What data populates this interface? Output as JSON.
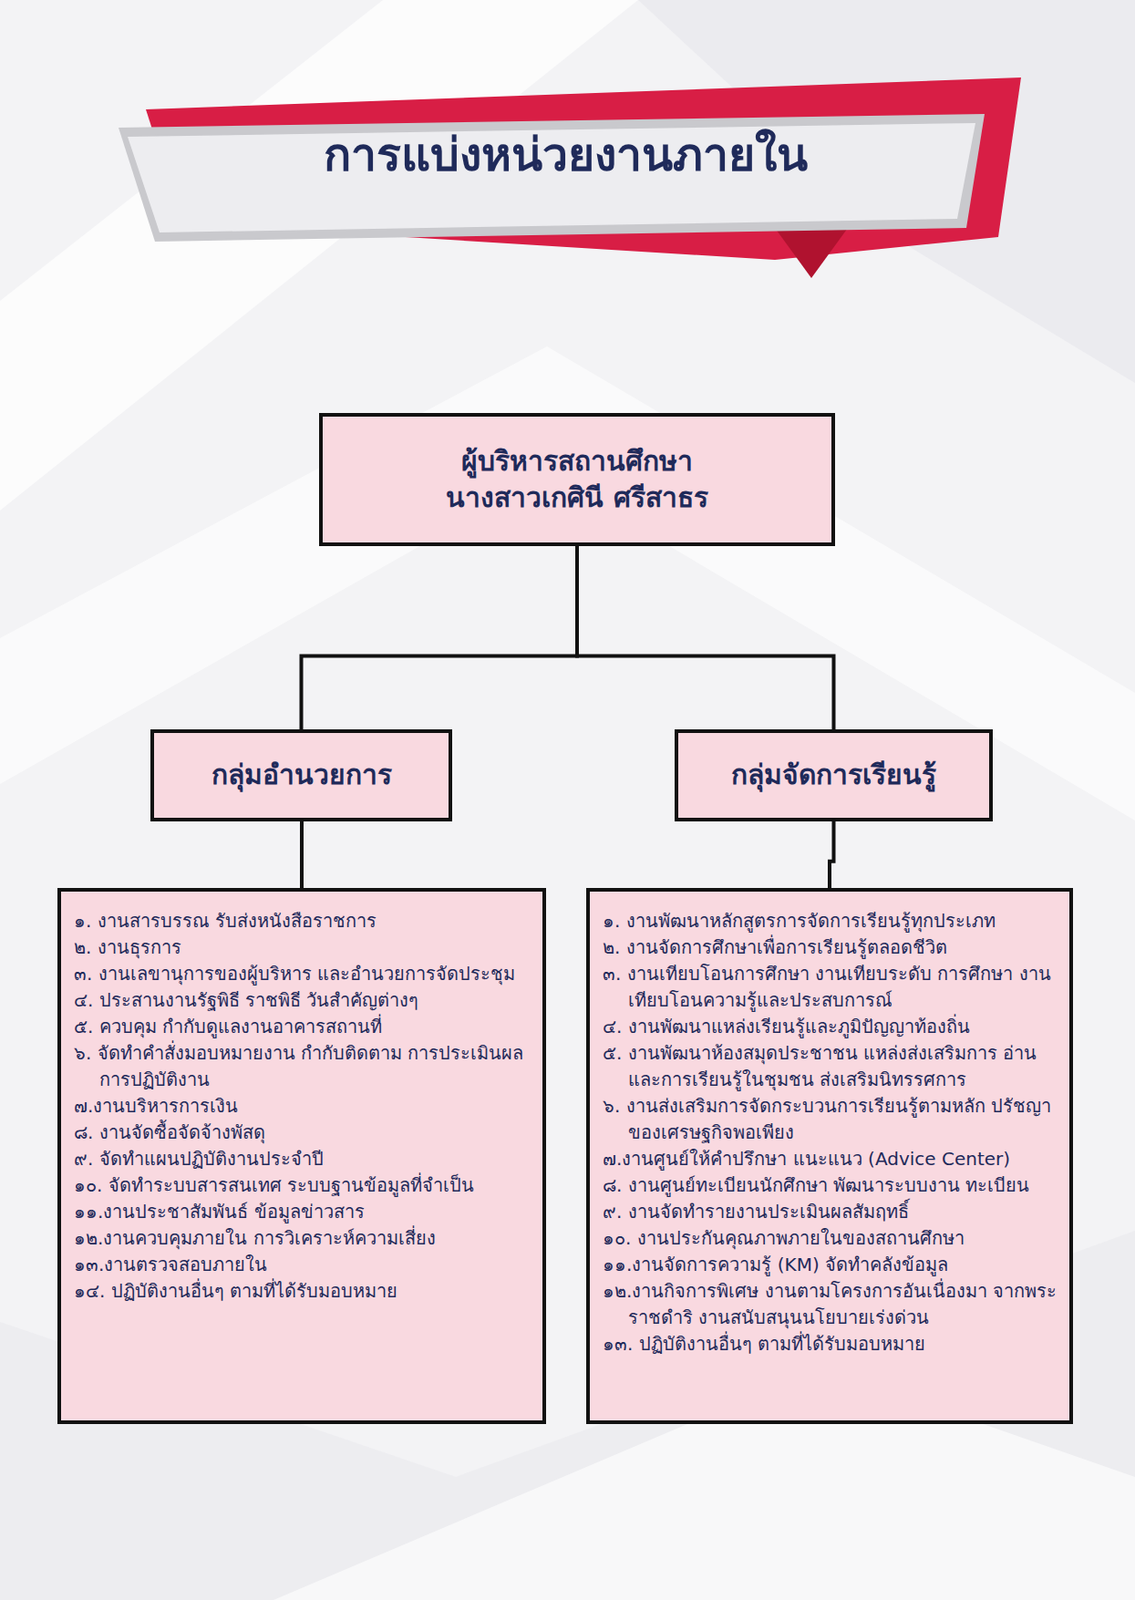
{
  "diagram": {
    "title": "การแบ่งหน่วยงานภายใน",
    "nodes": [
      {
        "text": [
          "ผู้บริหารสถานศึกษา",
          "นางสาวเกศินี  ศรีสาธร"
        ]
      },
      {
        "text": [
          "กลุ่มอำนวยการ"
        ]
      },
      {
        "text": [
          "กลุ่มจัดการเรียนรู้"
        ]
      },
      {
        "text": [
          "๑. งานสารบรรณ รับส่งหนังสือราชการ",
          "๒. งานธุรการ",
          "๓. งานเลขานุการของผู้บริหาร และอำนวยการจัดประชุม",
          "๔. ประสานงานรัฐพิธี ราชพิธี วันสำคัญต่างๆ",
          "๕. ควบคุม กำกับดูแลงานอาคารสถานที่",
          "๖. จัดทำคำสั่งมอบหมายงาน กำกับติดตาม การประเมินผลการปฏิบัติงาน",
          "๗.งานบริหารการเงิน",
          "๘. งานจัดซื้อจัดจ้างพัสดุ",
          "๙. จัดทำแผนปฏิบัติงานประจำปี",
          "๑๐. จัดทำระบบสารสนเทศ ระบบฐานข้อมูลที่จำเป็น",
          "๑๑.งานประชาสัมพันธ์ ข้อมูลข่าวสาร",
          "๑๒.งานควบคุมภายใน การวิเคราะห์ความเสี่ยง",
          "๑๓.งานตรวจสอบภายใน",
          "๑๔. ปฏิบัติงานอื่นๆ ตามที่ได้รับมอบหมาย"
        ]
      },
      {
        "text": [
          "๑. งานพัฒนาหลักสูตรการจัดการเรียนรู้ทุกประเภท",
          "๒. งานจัดการศึกษาเพื่อการเรียนรู้ตลอดชีวิต",
          "๓. งานเทียบโอนการศึกษา งานเทียบระดับ การศึกษา งานเทียบโอนความรู้และประสบการณ์",
          "๔. งานพัฒนาแหล่งเรียนรู้และภูมิปัญญาท้องถิ่น",
          "๕. งานพัฒนาห้องสมุดประชาชน แหล่งส่งเสริมการ อ่าน และการเรียนรู้ในชุมชน ส่งเสริมนิทรรศการ",
          "๖. งานส่งเสริมการจัดกระบวนการเรียนรู้ตามหลัก ปรัชญาของเศรษฐกิจพอเพียง",
          "๗.งานศูนย์ให้คำปรึกษา แนะแนว (Advice Center)",
          "๘. งานศูนย์ทะเบียนนักศึกษา พัฒนาระบบงาน ทะเบียน",
          "๙. งานจัดทำรายงานประเมินผลสัมฤทธิ์",
          "๑๐. งานประกันคุณภาพภายในของสถานศึกษา",
          "๑๑.งานจัดการความรู้ (KM) จัดทำคลังข้อมูล",
          "๑๒.งานกิจการพิเศษ งานตามโครงการอันเนื่องมา จากพระราชดำริ งานสนับสนุนนโยบายเร่งด่วน",
          "๑๓. ปฏิบัติงานอื่นๆ ตามที่ได้รับมอบหมาย"
        ]
      }
    ],
    "edges": [
      {
        "from": 0,
        "to": 1,
        "arrow": "none"
      },
      {
        "from": 0,
        "to": 2,
        "arrow": "none"
      },
      {
        "from": 1,
        "to": 3,
        "arrow": "none"
      },
      {
        "from": 2,
        "to": 4,
        "arrow": "none"
      }
    ]
  }
}
